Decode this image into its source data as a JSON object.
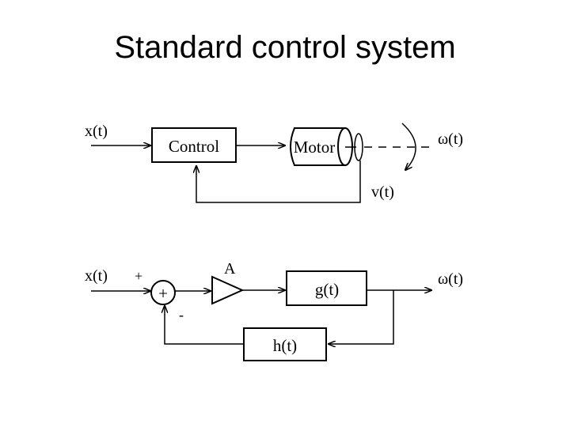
{
  "title": "Standard control system",
  "top_diagram": {
    "input_label": "x(t)",
    "control_label": "Control",
    "motor_label": "Motor",
    "output_label": "ω(t)",
    "feedback_label": "v(t)"
  },
  "bottom_diagram": {
    "input_label": "x(t)",
    "plus_sign": "+",
    "minus_sign": "-",
    "summer_symbol": "+",
    "gain_label": "A",
    "forward_label": "g(t)",
    "feedback_label": "h(t)",
    "output_label": "ω(t)"
  }
}
